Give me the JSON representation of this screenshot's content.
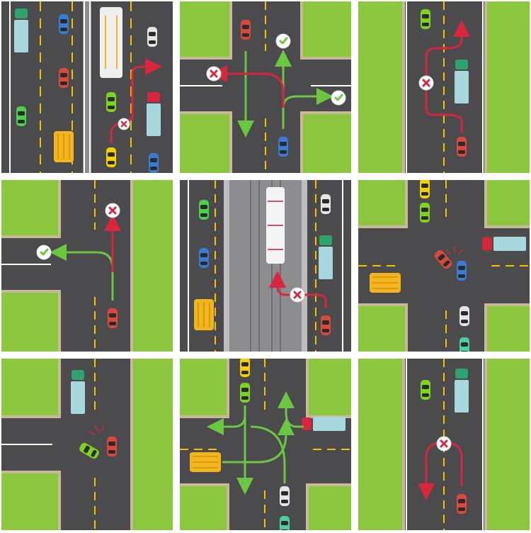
{
  "colors": {
    "road": "#4b4b4d",
    "grass": "#8cc63f",
    "curb": "#c8b89a",
    "lane_yellow": "#f2c200",
    "lane_white": "#ffffff",
    "allowed_arrow": "#6bc641",
    "forbidden_arrow": "#d7263d",
    "forbidden_badge": "#d7263d",
    "allowed_badge": "#6bc641"
  },
  "icons": {
    "forbidden": "cross-icon",
    "allowed": "check-icon",
    "collision": "crash-burst-icon"
  },
  "scenes": [
    {
      "name": "overtake-forbidden-traffic",
      "badges": [
        "forbidden"
      ]
    },
    {
      "name": "t-intersection-left-forbidden",
      "badges": [
        "forbidden",
        "allowed",
        "allowed"
      ]
    },
    {
      "name": "overtake-forbidden-oncoming",
      "badges": [
        "forbidden"
      ]
    },
    {
      "name": "left-turn-allowed-straight-forbidden",
      "badges": [
        "forbidden",
        "allowed"
      ]
    },
    {
      "name": "tram-lane-turn-forbidden",
      "badges": [
        "forbidden"
      ]
    },
    {
      "name": "intersection-collision",
      "badges": []
    },
    {
      "name": "side-collision-t-junction",
      "badges": []
    },
    {
      "name": "intersection-all-directions",
      "badges": []
    },
    {
      "name": "u-turn-forbidden",
      "badges": [
        "forbidden"
      ]
    }
  ]
}
